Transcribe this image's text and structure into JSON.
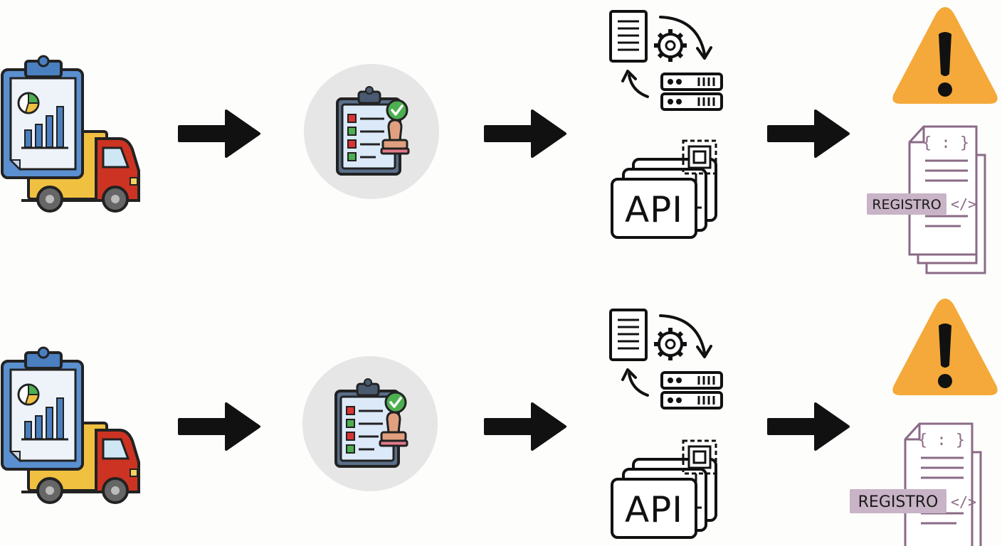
{
  "rows": [
    {
      "id": "top",
      "api_label": "API",
      "log_label": "REGISTRO"
    },
    {
      "id": "bottom",
      "api_label": "API",
      "log_label": "REGISTRO"
    }
  ]
}
